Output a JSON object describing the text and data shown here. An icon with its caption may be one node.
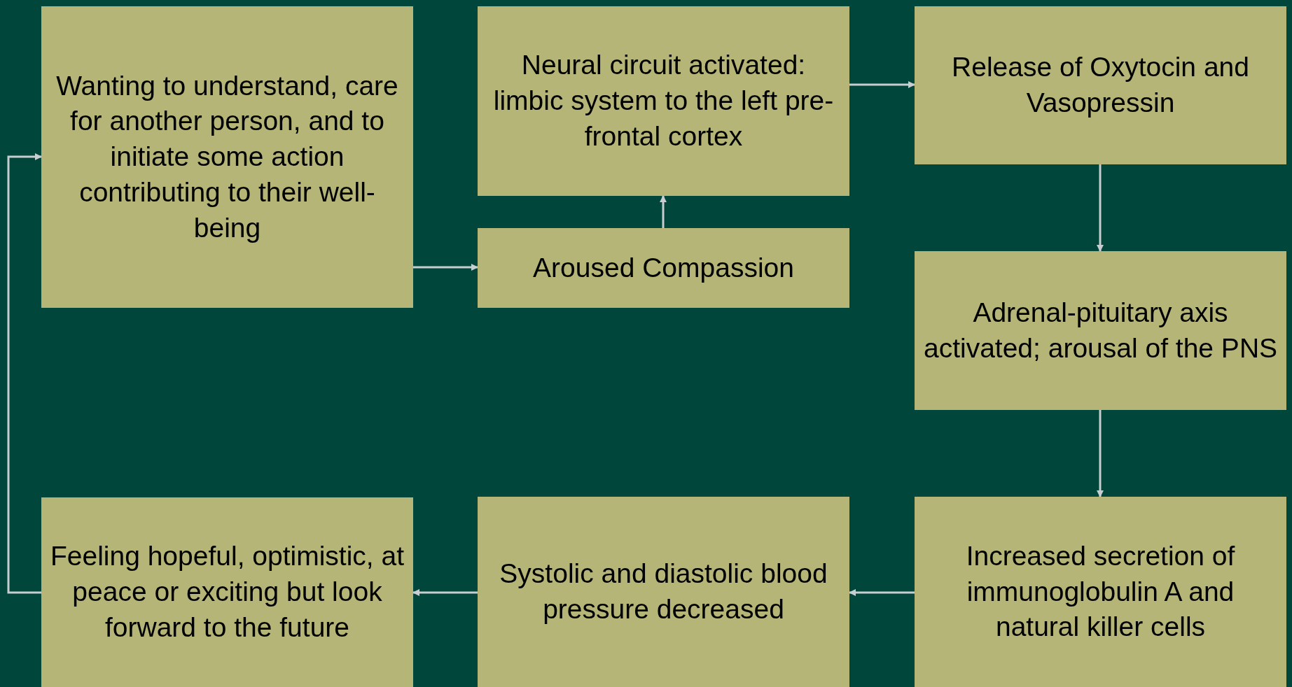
{
  "diagram": {
    "nodes": [
      {
        "text": [
          "Wanting to understand, care for another person, and to initiate some action contributing to their well-being"
        ]
      },
      {
        "text": [
          "Aroused Compassion"
        ]
      },
      {
        "text": [
          "Neural circuit activated: limbic system to the left pre-frontal cortex"
        ]
      },
      {
        "text": [
          "Release of Oxytocin and Vasopressin"
        ]
      },
      {
        "text": [
          "Adrenal-pituitary axis activated; arousal of the PNS"
        ]
      },
      {
        "text": [
          "Increased secretion of immunoglobulin A and natural killer cells"
        ]
      },
      {
        "text": [
          "Systolic and diastolic blood pressure decreased"
        ]
      },
      {
        "text": [
          "Feeling hopeful, optimistic, at peace or exciting but look forward to the future"
        ]
      }
    ],
    "edges": [
      {
        "from": 0,
        "to": 1,
        "arrow": "to"
      },
      {
        "from": 1,
        "to": 2,
        "arrow": "to"
      },
      {
        "from": 2,
        "to": 3,
        "arrow": "to"
      },
      {
        "from": 3,
        "to": 4,
        "arrow": "to"
      },
      {
        "from": 4,
        "to": 5,
        "arrow": "to"
      },
      {
        "from": 5,
        "to": 6,
        "arrow": "to"
      },
      {
        "from": 6,
        "to": 7,
        "arrow": "to"
      },
      {
        "from": 7,
        "to": 0,
        "arrow": "to"
      }
    ]
  }
}
